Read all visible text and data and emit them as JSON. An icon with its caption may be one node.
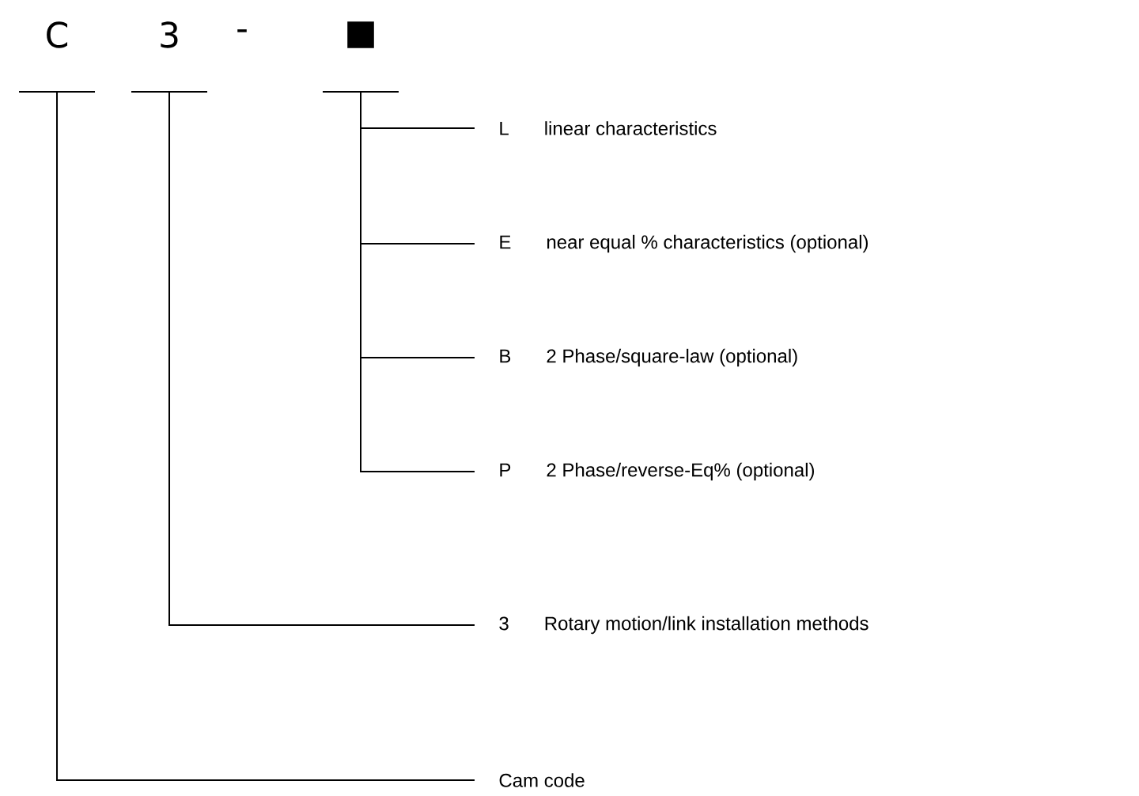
{
  "diagram": {
    "nodes": [
      {
        "text": [
          "C"
        ]
      },
      {
        "text": [
          "3"
        ]
      },
      {
        "text": [
          "■"
        ]
      },
      {
        "text": [
          "L",
          "linear characteristics"
        ]
      },
      {
        "text": [
          "E",
          "near equal % characteristics (optional)"
        ]
      },
      {
        "text": [
          "B",
          "2 Phase/square-law (optional)"
        ]
      },
      {
        "text": [
          "P",
          "2 Phase/reverse-Eq% (optional)"
        ]
      },
      {
        "text": [
          "3",
          "Rotary motion/link installation methods"
        ]
      },
      {
        "text": [
          "Cam code"
        ]
      }
    ],
    "edges": [
      {
        "from": 2,
        "to": 3,
        "arrow": "none"
      },
      {
        "from": 2,
        "to": 4,
        "arrow": "none"
      },
      {
        "from": 2,
        "to": 5,
        "arrow": "none"
      },
      {
        "from": 2,
        "to": 6,
        "arrow": "none"
      },
      {
        "from": 1,
        "to": 7,
        "arrow": "none"
      },
      {
        "from": 0,
        "to": 8,
        "arrow": "none"
      }
    ],
    "labels": [
      "-"
    ]
  }
}
